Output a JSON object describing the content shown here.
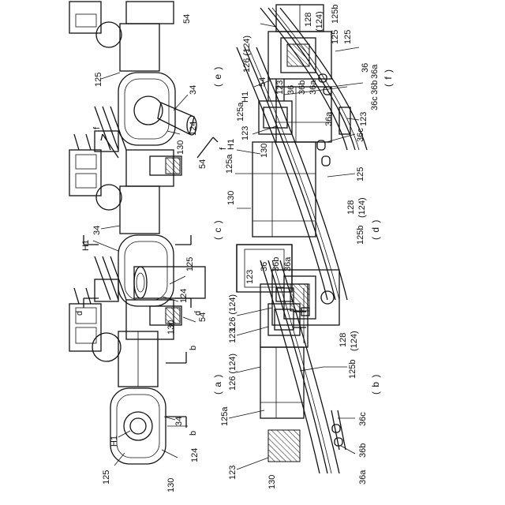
{
  "figures": {
    "a": {
      "caption": "( a )",
      "labels": {
        "l54": "54",
        "l125": "125",
        "lH1": "H1",
        "l34": "34",
        "lb1": "b",
        "lb2": "b",
        "l130": "130",
        "l124": "124"
      }
    },
    "b": {
      "caption": "( b )",
      "labels": {
        "l126": "126 (124)",
        "l123a": "123",
        "l123b": "123",
        "l125a": "125a",
        "l123c": "123",
        "l130": "130",
        "l125b": "125b",
        "l128": "128",
        "l124": "(124)",
        "l36": "36",
        "l36b1": "36b",
        "l36a1": "36a",
        "l36c": "36c",
        "l36b2": "36b",
        "l36a2": "36a"
      }
    },
    "c": {
      "caption": "( c )",
      "labels": {
        "l54": "54",
        "lH1": "H1",
        "l34": "34",
        "ld1": "d",
        "ld2": "d",
        "l125": "125",
        "l130": "130",
        "l124": "124"
      }
    },
    "d": {
      "caption": "( d )",
      "labels": {
        "lH1": "H1",
        "l125a": "125a",
        "l130": "130",
        "l54": "54",
        "l123": "123",
        "l36": "36",
        "l36b": "36b",
        "l36a1": "36a",
        "l36a2": "36a",
        "l36c": "36c",
        "l125": "125",
        "l126": "126 (124)",
        "l125b": "125b",
        "l128": "128",
        "l124": "(124)"
      }
    },
    "e": {
      "caption": "( e )",
      "labels": {
        "l54": "54",
        "l125": "125",
        "lf1": "f",
        "l130": "130",
        "l124": "124",
        "l34": "34",
        "lf2": "f"
      }
    },
    "f": {
      "caption": "( f )",
      "labels": {
        "l126": "126 (124)",
        "l125b": "125b",
        "l128": "128",
        "l124": "(124)",
        "l125": "125",
        "l125c": "125",
        "l36": "36",
        "lH1": "H1",
        "l125a": "125a",
        "l123a": "123",
        "l130": "130",
        "l123b": "123",
        "l36c": "36c",
        "l36b": "36b",
        "l36a": "36a"
      }
    }
  }
}
